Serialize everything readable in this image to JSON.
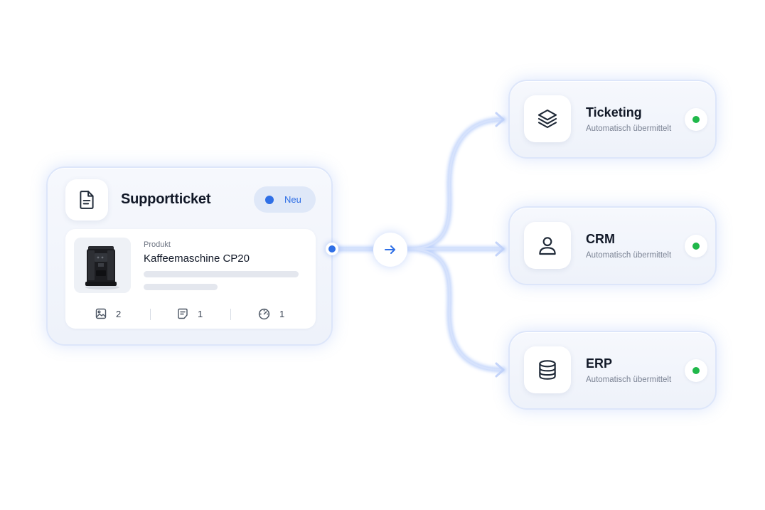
{
  "ticket": {
    "title": "Supportticket",
    "icon": "document-icon",
    "status": {
      "label": "Neu",
      "color": "#2f6fe6"
    },
    "product": {
      "label": "Produkt",
      "name": "Kaffeemaschine CP20",
      "image": "coffee-machine"
    },
    "stats": [
      {
        "icon": "image-icon",
        "count": "2"
      },
      {
        "icon": "note-icon",
        "count": "1"
      },
      {
        "icon": "speedometer-icon",
        "count": "1"
      }
    ]
  },
  "flow": {
    "arrow_icon": "arrow-right-icon"
  },
  "targets": [
    {
      "name": "Ticketing",
      "subtitle": "Automatisch übermittelt",
      "icon": "layers-icon",
      "status_color": "#20b84a"
    },
    {
      "name": "CRM",
      "subtitle": "Automatisch übermittelt",
      "icon": "user-icon",
      "status_color": "#20b84a"
    },
    {
      "name": "ERP",
      "subtitle": "Automatisch übermittelt",
      "icon": "database-icon",
      "status_color": "#20b84a"
    }
  ],
  "colors": {
    "accent": "#2f6fe6",
    "success": "#20b84a",
    "connector": "#c9d8fa"
  }
}
